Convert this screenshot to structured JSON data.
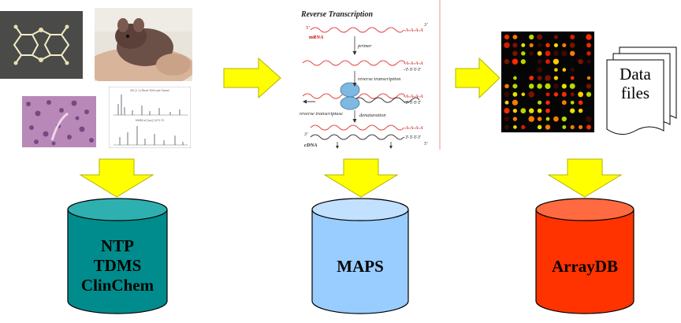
{
  "panel_left": {
    "spectrum_title": "MS [1.1] Panel 3004 ppt Signal",
    "spectrum_subtitle": "MSMS of [mz] 1073.75"
  },
  "panel_middle": {
    "title": "Reverse Transcription",
    "mrna_label": "mRNA",
    "mrna_5": "5'",
    "mrna_3": "3'",
    "poly_a": "-A-A-A-A",
    "poly_t": "-T-T-T-T",
    "primer_label": "primer",
    "rt_label": "reverse transcription",
    "enzyme_label": "reverse transcriptase",
    "denature_label": "denaturation",
    "cdna_label": "cDNA",
    "cdna_3": "3'",
    "cdna_5": "5'"
  },
  "panel_right": {
    "data_files_line1": "Data",
    "data_files_line2": "files"
  },
  "databases": [
    {
      "lines": [
        "NTP",
        "TDMS",
        "ClinChem"
      ],
      "fill": "#008c8c",
      "top_fill": "#2eb0b0"
    },
    {
      "lines": [
        "MAPS"
      ],
      "fill": "#99ccff",
      "top_fill": "#c2e0ff"
    },
    {
      "lines": [
        "ArrayDB"
      ],
      "fill": "#ff3300",
      "top_fill": "#ff6a40"
    }
  ],
  "colors": {
    "arrow_fill": "#ffff00",
    "arrow_stroke": "#b3b300",
    "text": "#000000"
  }
}
